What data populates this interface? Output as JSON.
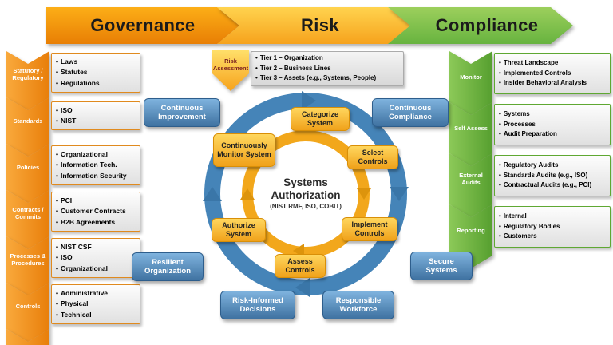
{
  "banners": [
    {
      "label": "Governance"
    },
    {
      "label": "Risk"
    },
    {
      "label": "Compliance"
    }
  ],
  "left_column": [
    {
      "label": "Statutory / Regulatory",
      "items": [
        "Laws",
        "Statutes",
        "Regulations"
      ]
    },
    {
      "label": "Standards",
      "items": [
        "ISO",
        "NIST"
      ]
    },
    {
      "label": "Policies",
      "items": [
        "Organizational",
        "Information Tech.",
        "Information Security"
      ]
    },
    {
      "label": "Contracts / Commits",
      "items": [
        "PCI",
        "Customer Contracts",
        "B2B Agreements"
      ]
    },
    {
      "label": "Processes & Procedures",
      "items": [
        "NIST CSF",
        "ISO",
        "Organizational"
      ]
    },
    {
      "label": "Controls",
      "items": [
        "Administrative",
        "Physical",
        "Technical"
      ]
    }
  ],
  "right_column": [
    {
      "label": "Monitor",
      "items": [
        "Threat Landscape",
        "Implemented Controls",
        "Insider Behavioral Analysis"
      ]
    },
    {
      "label": "Self Assess",
      "items": [
        "Systems",
        "Processes",
        "Audit Preparation"
      ]
    },
    {
      "label": "External Audits",
      "items": [
        "Regulatory Audits",
        "Standards Audits (e.g., ISO)",
        "Contractual Audits (e.g., PCI)"
      ]
    },
    {
      "label": "Reporting",
      "items": [
        "Internal",
        "Regulatory Bodies",
        "Customers"
      ]
    }
  ],
  "risk_assessment": {
    "label": "Risk Assessment",
    "tiers": [
      "Tier 1 – Organization",
      "Tier 2 – Business Lines",
      "Tier 3 – Assets (e.g., Systems, People)"
    ]
  },
  "center": {
    "title": "Systems Authorization",
    "subtitle": "(NIST RMF, ISO, COBIT)",
    "inner_steps": [
      "Categorize System",
      "Select Controls",
      "Implement Controls",
      "Assess Controls",
      "Authorize System",
      "Continuously Monitor System"
    ],
    "outer_steps": [
      "Continuous Improvement",
      "Continuous Compliance",
      "Secure Systems",
      "Responsible Workforce",
      "Risk-Informed Decisions",
      "Resilient Organization"
    ]
  },
  "colors": {
    "governance_orange": "#E8890C",
    "risk_gold": "#F6A21C",
    "compliance_green": "#67B33F",
    "cycle_blue": "#4584B8",
    "cycle_gold": "#F2A71B"
  }
}
